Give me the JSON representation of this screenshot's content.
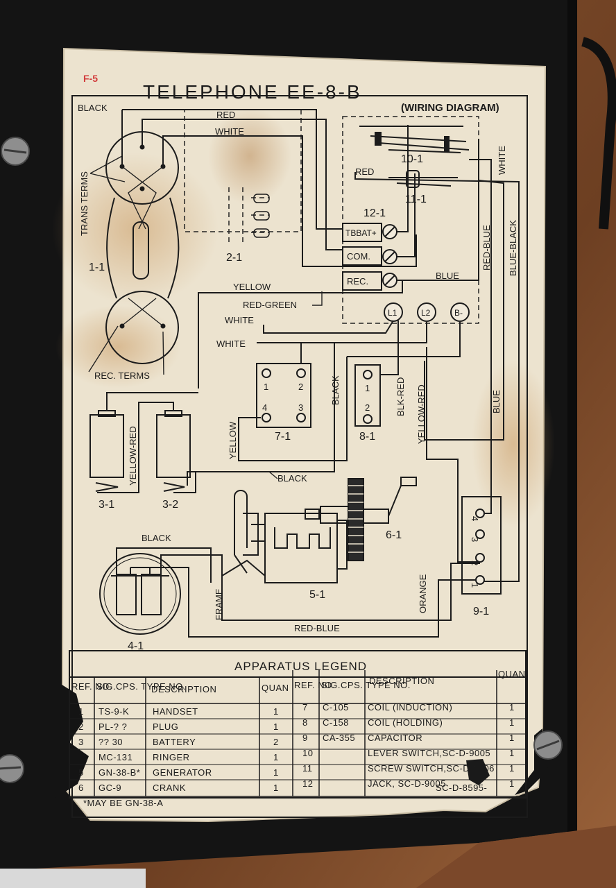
{
  "plate": {
    "corner_mark": "F-5",
    "title": "TELEPHONE EE-8-B",
    "subtitle": "(WIRING DIAGRAM)",
    "drawing_number": "SC-D-8595-",
    "footnote": "*MAY BE GN-38-A"
  },
  "components": {
    "c1_1": "1-1",
    "c2_1": "2-1",
    "c3_1": "3-1",
    "c3_2": "3-2",
    "c4_1": "4-1",
    "c5_1": "5-1",
    "c6_1": "6-1",
    "c7_1": "7-1",
    "c8_1": "8-1",
    "c9_1": "9-1",
    "c10_1": "10-1",
    "c11_1": "11-1",
    "c12_1": "12-1"
  },
  "terminals": {
    "tbbat": "TBBAT+",
    "com": "COM.",
    "rec": "REC.",
    "l1": "L1",
    "l2": "L2",
    "bminus": "B-",
    "t7_1": "1",
    "t7_2": "2",
    "t7_3": "3",
    "t7_4": "4",
    "t8_1": "1",
    "t8_2": "2",
    "t9_1": "1",
    "t9_2": "2",
    "t9_3": "3",
    "t9_4": "4"
  },
  "wire_labels": {
    "black_top": "BLACK",
    "red_top": "RED",
    "white_top": "WHITE",
    "trans_terms": "TRANS TERMS",
    "rec_terms": "REC. TERMS",
    "yellow": "YELLOW",
    "red_green": "RED-GREEN",
    "white_mid": "WHITE",
    "white_mid2": "WHITE",
    "black_vert": "BLACK",
    "blk_red": "BLK-RED",
    "yellow_red_vert": "YELLOW-RED",
    "yellow_red_batt": "YELLOW-RED",
    "yellow_left": "YELLOW",
    "black_mid": "BLACK",
    "black_ringer": "BLACK",
    "frame": "FRAME",
    "orange": "ORANGE",
    "red_blue_bottom": "RED-BLUE",
    "blue_mid": "BLUE",
    "blue_right": "BLUE",
    "red_blue_right": "RED-BLUE",
    "blue_black": "BLUE-BLACK",
    "white_right": "WHITE",
    "red_right": "RED"
  },
  "legend": {
    "title": "APPARATUS LEGEND",
    "headers": [
      "REF. NO.",
      "SIG.CPS. TYPE NO.",
      "DESCRIPTION",
      "QUAN"
    ],
    "left_rows": [
      {
        "ref": "1",
        "type": "TS-9-K",
        "desc": "HANDSET",
        "quan": "1"
      },
      {
        "ref": "2",
        "type": "PL-? ?",
        "desc": "PLUG",
        "quan": "1"
      },
      {
        "ref": "3",
        "type": "?? 30",
        "desc": "BATTERY",
        "quan": "2"
      },
      {
        "ref": "",
        "type": "MC-131",
        "desc": "RINGER",
        "quan": "1"
      },
      {
        "ref": "5",
        "type": "GN-38-B*",
        "desc": "GENERATOR",
        "quan": "1"
      },
      {
        "ref": "6",
        "type": "GC-9",
        "desc": "CRANK",
        "quan": "1"
      }
    ],
    "right_rows": [
      {
        "ref": "7",
        "type": "C-105",
        "desc": "COIL (INDUCTION)",
        "quan": "1"
      },
      {
        "ref": "8",
        "type": "C-158",
        "desc": "COIL (HOLDING)",
        "quan": "1"
      },
      {
        "ref": "9",
        "type": "CA-355",
        "desc": "CAPACITOR",
        "quan": "1"
      },
      {
        "ref": "10",
        "type": "",
        "desc": "LEVER SWITCH,SC-D-9005",
        "quan": "1"
      },
      {
        "ref": "11",
        "type": "",
        "desc": "SCREW SWITCH,SC-D-9006",
        "quan": "1"
      },
      {
        "ref": "12",
        "type": "",
        "desc": "JACK, SC-D-9005",
        "quan": "1"
      }
    ]
  },
  "colors": {
    "paper": "#ece3cf",
    "ink": "#1b1b1b",
    "stain": "#c99a62",
    "case": "#151515",
    "wood": "#7a4a2c",
    "corner_mark": "#d23b3b"
  }
}
